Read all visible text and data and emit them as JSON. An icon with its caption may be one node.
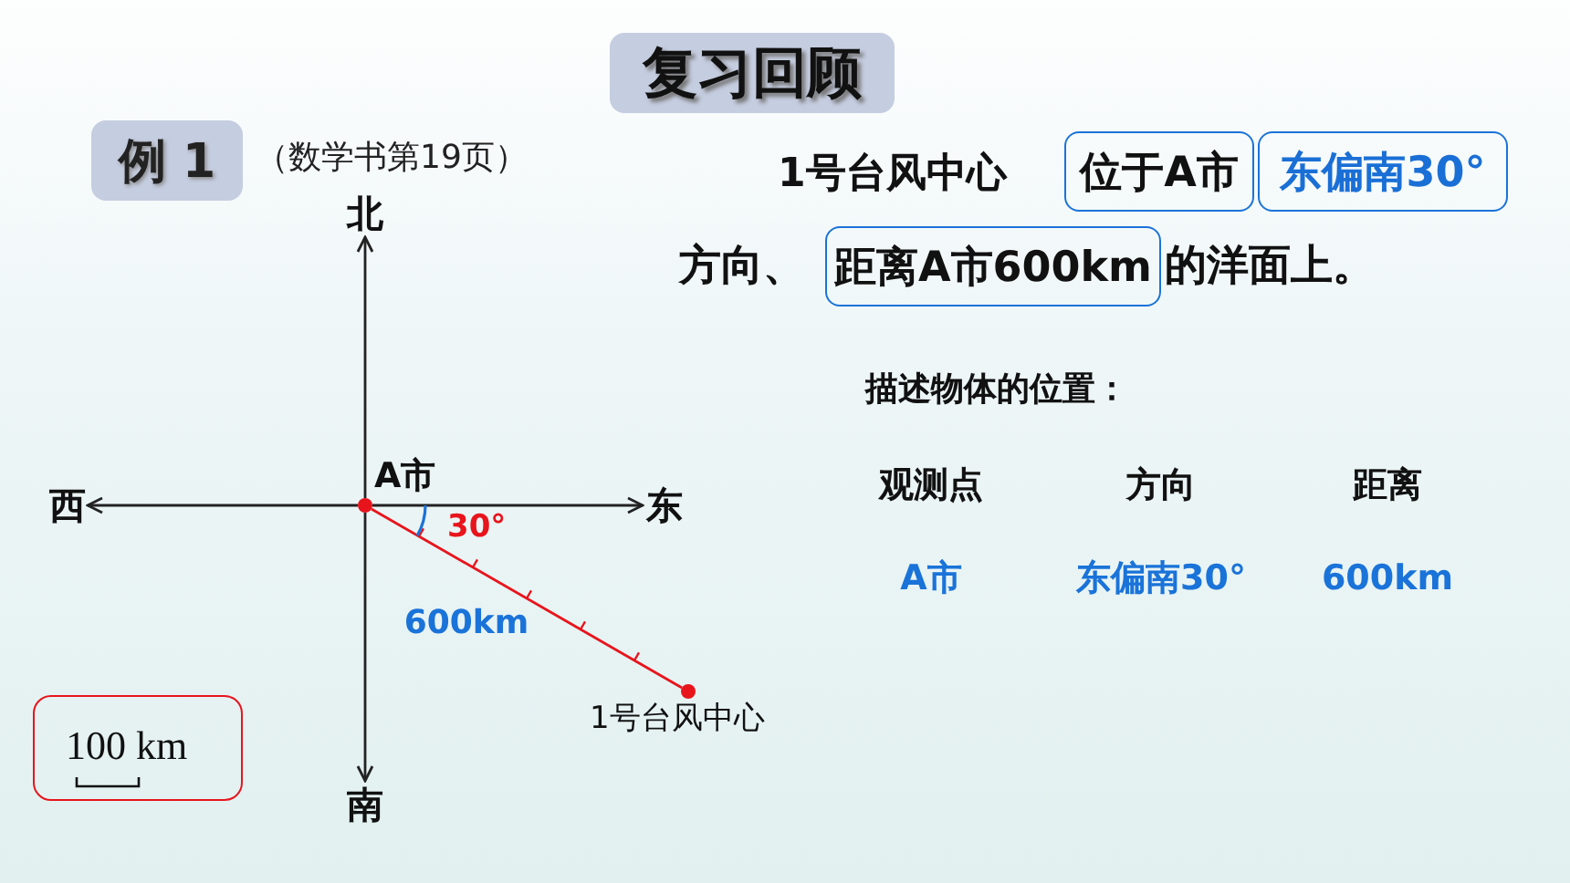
{
  "diagram": {
    "title": "复习回顾",
    "nodes": [
      {
        "text": [
          "例 1"
        ],
        "beside": [
          "（数学书第19页）"
        ]
      },
      {
        "text": [
          "北"
        ]
      },
      {
        "text": [
          "西"
        ]
      },
      {
        "text": [
          "东"
        ]
      },
      {
        "text": [
          "南"
        ]
      },
      {
        "text": [],
        "shape": "circle",
        "beside": [
          "A市"
        ]
      },
      {
        "text": [],
        "shape": "circle",
        "beside": [
          "1号台风中心"
        ]
      },
      {
        "text": [
          "100 km"
        ]
      },
      {
        "text": [
          "位于A市"
        ]
      },
      {
        "text": [
          "东偏南30°"
        ]
      },
      {
        "text": [
          "距离A市600km"
        ]
      }
    ],
    "edges": [
      {
        "from": 5,
        "to": 1,
        "arrow": "to"
      },
      {
        "from": 5,
        "to": 2,
        "arrow": "to"
      },
      {
        "from": 5,
        "to": 3,
        "arrow": "to"
      },
      {
        "from": 5,
        "to": 4,
        "arrow": "to"
      },
      {
        "from": 5,
        "to": 6,
        "arrow": "none",
        "color": "#e8141c",
        "label": "600km"
      }
    ],
    "labels": [
      "1号台风中心",
      "方向、",
      "的洋面上。",
      "30°",
      "描述物体的位置：",
      "观测点",
      "方向",
      "距离",
      "A市",
      "东偏南30°",
      "600km"
    ]
  }
}
